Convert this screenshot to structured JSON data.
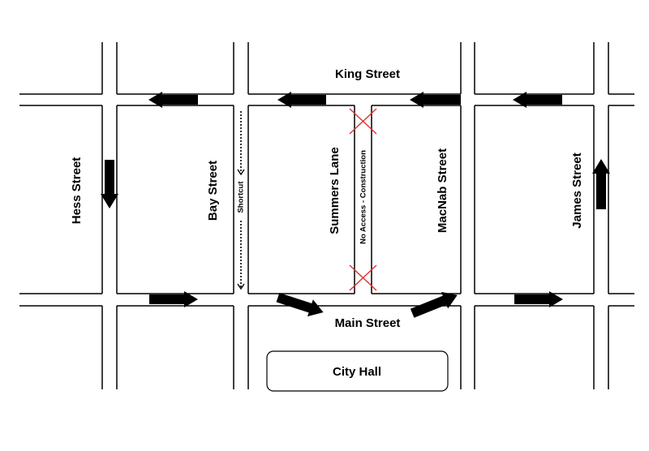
{
  "streets": {
    "king": "King Street",
    "main": "Main Street",
    "hess": "Hess Street",
    "bay": "Bay Street",
    "summers": "Summers Lane",
    "macnab": "MacNab Street",
    "james": "James Street"
  },
  "annotations": {
    "shortcut": "Shortcut",
    "no_access": "No Access - Construction"
  },
  "landmarks": {
    "city_hall": "City Hall"
  },
  "colors": {
    "roads": "#000000",
    "closure_marks": "#e03030"
  },
  "icons": {
    "one_way_arrow": "arrow-icon",
    "closure_mark": "x-mark-icon"
  }
}
